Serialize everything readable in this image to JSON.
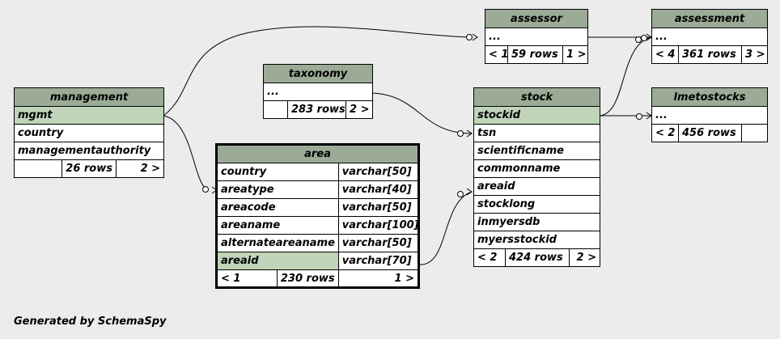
{
  "tables": {
    "assessor": {
      "name": "assessor",
      "columns": [
        "..."
      ],
      "footer": {
        "parents": "< 1",
        "rows": "59 rows",
        "children": "1 >"
      }
    },
    "assessment": {
      "name": "assessment",
      "columns": [
        "..."
      ],
      "footer": {
        "parents": "< 4",
        "rows": "361 rows",
        "children": "3 >"
      }
    },
    "taxonomy": {
      "name": "taxonomy",
      "columns": [
        "..."
      ],
      "footer": {
        "parents": "",
        "rows": "283 rows",
        "children": "2 >"
      }
    },
    "management": {
      "name": "management",
      "columns": [
        "mgmt",
        "country",
        "managementauthority"
      ],
      "footer": {
        "parents": "",
        "rows": "26 rows",
        "children": "2 >"
      }
    },
    "stock": {
      "name": "stock",
      "columns": [
        "stockid",
        "tsn",
        "scientificname",
        "commonname",
        "areaid",
        "stocklong",
        "inmyersdb",
        "myersstockid"
      ],
      "footer": {
        "parents": "< 2",
        "rows": "424 rows",
        "children": "2 >"
      }
    },
    "lmetostocks": {
      "name": "lmetostocks",
      "columns": [
        "..."
      ],
      "footer": {
        "parents": "< 2",
        "rows": "456 rows",
        "children": ""
      }
    },
    "area": {
      "name": "area",
      "columns": [
        {
          "name": "country",
          "type": "varchar[50]"
        },
        {
          "name": "areatype",
          "type": "varchar[40]"
        },
        {
          "name": "areacode",
          "type": "varchar[50]"
        },
        {
          "name": "areaname",
          "type": "varchar[100]"
        },
        {
          "name": "alternateareaname",
          "type": "varchar[50]"
        },
        {
          "name": "areaid",
          "type": "varchar[70]"
        }
      ],
      "footer": {
        "parents": "< 1",
        "rows": "230 rows",
        "children": "1 >"
      }
    }
  },
  "footer_text": "Generated by SchemaSpy",
  "colors": {
    "background": "#ececec",
    "header": "#9bab96",
    "primary_key": "#bfd4b9"
  }
}
